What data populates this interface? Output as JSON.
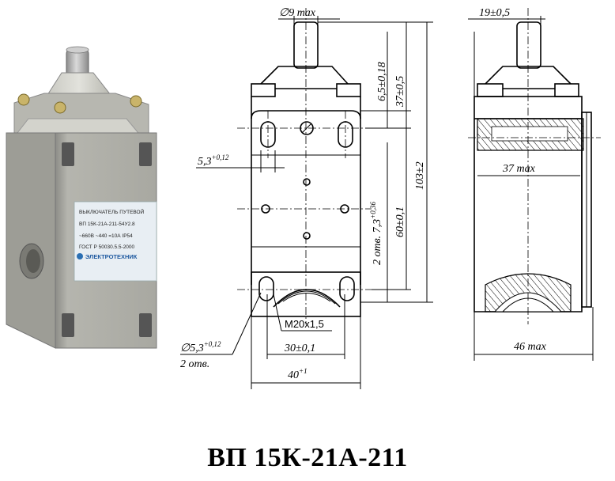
{
  "title": "ВП 15К-21А-211",
  "product_label": {
    "line1": "ВЫКЛЮЧАТЕЛЬ ПУТЕВОЙ",
    "line2": "ВП 15К-21А-211-54У2.8",
    "line3": "~660В   ~440   =10А   IP54",
    "line4": "ГОСТ Р 50030.5.5-2000",
    "brand": "ЭЛЕКТРОТЕХНИК"
  },
  "dimensions": {
    "top_width": "∅9 max",
    "plunger_height": "6,5±0,18",
    "head_height": "37±0,5",
    "overall_height": "103±2",
    "side_offset": "5,3",
    "side_offset_tol": "+0,12",
    "hole_spacing_v": "2 отв. 7,3",
    "hole_spacing_v_tol": "+0,36",
    "mount_v": "60±0,1",
    "thread": "M20x1,5",
    "mount_h": "30±0,1",
    "base_width": "40",
    "base_width_tol": "+1",
    "hole_dia": "∅5,3",
    "hole_dia_tol": "+0,12",
    "hole_count": "2 отв.",
    "side_top": "19±0,5",
    "body_depth": "37 max",
    "side_width": "46 max"
  }
}
